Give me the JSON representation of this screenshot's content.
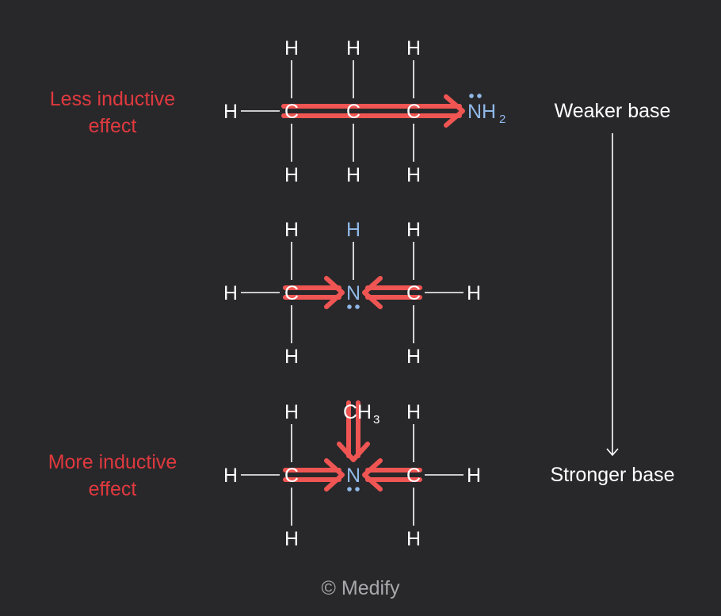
{
  "labels": {
    "less_line1": "Less inductive",
    "less_line2": "effect",
    "more_line1": "More inductive",
    "more_line2": "effect",
    "weaker": "Weaker base",
    "stronger": "Stronger base",
    "copyright": "© Medify"
  },
  "atoms": {
    "h": "H",
    "c": "C",
    "n": "N",
    "nh": "NH",
    "sub2": "2",
    "ch": "CH",
    "sub3": "3"
  },
  "colors": {
    "background": "#28282b",
    "arrow": "#ef5552",
    "label_red": "#e0393e",
    "nitrogen": "#8fb8e6",
    "text": "#ffffff"
  }
}
